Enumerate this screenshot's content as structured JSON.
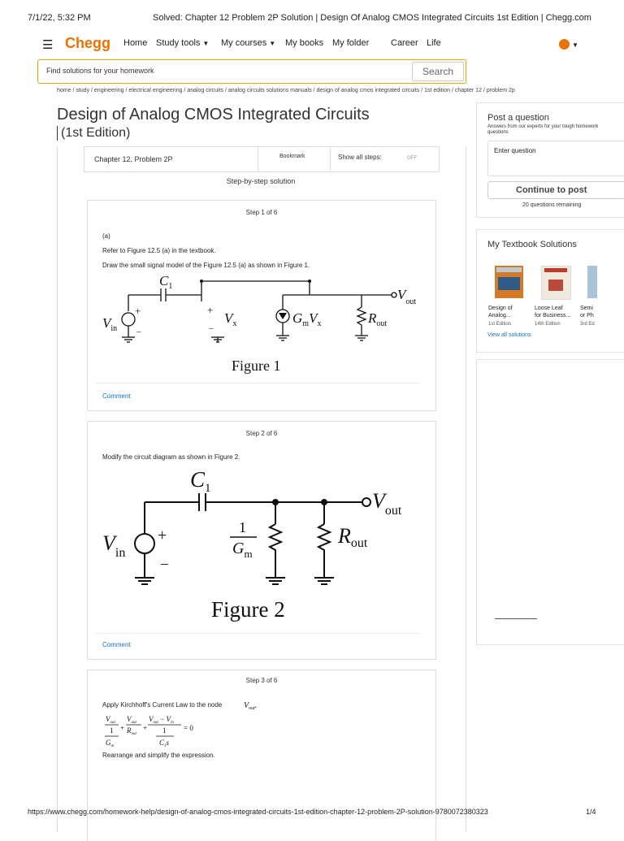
{
  "print_header": {
    "datetime": "7/1/22, 5:32 PM",
    "page_title": "Solved: Chapter 12 Problem 2P Solution | Design Of Analog CMOS Integrated Circuits 1st Edition | Chegg.com"
  },
  "nav": {
    "logo": "Chegg",
    "home": "Home",
    "study_tools": "Study tools",
    "my_courses": "My courses",
    "my_books": "My books",
    "my_folder": "My folder",
    "career": "Career",
    "life": "Life"
  },
  "search": {
    "placeholder": "Find solutions for your homework",
    "button": "Search"
  },
  "breadcrumb": "home / study / engineering / electrical engineering / analog circuits / analog circuits solutions manuals / design of analog cmos integrated circuits / 1st edition / chapter 12 / problem 2p",
  "book": {
    "title": "Design of Analog CMOS Integrated Circuits",
    "edition": "(1st Edition)"
  },
  "toolbar": {
    "chapter": "Chapter 12, Problem 2P",
    "bookmark": "Bookmark",
    "show_all_steps": "Show all steps:",
    "toggle": "OFF"
  },
  "solution_header": "Step-by-step solution",
  "steps": [
    {
      "label": "Step 1 of 6",
      "lines": [
        "(a)",
        "Refer to Figure 12.5 (a) in the textbook.",
        "Draw the small signal model of the Figure 12.5 (a) as shown in Figure 1."
      ],
      "comment": "Comment"
    },
    {
      "label": "Step 2 of 6",
      "lines": [
        "Modify the circuit diagram as shown in Figure 2."
      ],
      "comment": "Comment"
    },
    {
      "label": "Step 3 of 6",
      "lines": [
        "Apply Kirchhoff's Current Law to the node",
        "Rearrange and simplify the expression."
      ]
    }
  ],
  "figure1": {
    "caption": "Figure 1",
    "c": "C",
    "c_sub": "1",
    "vin": "V",
    "vin_sub": "in",
    "vx": "V",
    "vx_sub": "x",
    "gm": "G",
    "gm_sub": "m",
    "gm_vx": "V",
    "gm_vx_sub": "x",
    "rout": "R",
    "rout_sub": "out",
    "vout": "V",
    "vout_sub": "out"
  },
  "figure2": {
    "caption": "Figure 2",
    "c": "C",
    "c_sub": "1",
    "vin": "V",
    "vin_sub": "in",
    "one": "1",
    "gm": "G",
    "gm_sub": "m",
    "rout": "R",
    "rout_sub": "out",
    "vout": "V",
    "vout_sub": "out"
  },
  "step3": {
    "node": "V",
    "node_sub": "out",
    "t1_num": "V",
    "t1_num_sub": "out",
    "t1_mid": "1",
    "t1_den": "G",
    "t1_den_sub": "m",
    "plus1": "+",
    "t2_num": "V",
    "t2_num_sub": "out",
    "t2_den": "R",
    "t2_den_sub": "out",
    "plus2": "+",
    "t3_num_a": "V",
    "t3_num_a_sub": "out",
    "t3_minus": " − ",
    "t3_num_b": "V",
    "t3_num_b_sub": "in",
    "t3_mid": "1",
    "t3_den": "C",
    "t3_den_sub": "1",
    "t3_den_s": "s",
    "eq": "= 0"
  },
  "sidebar": {
    "post_title": "Post a question",
    "post_sub": "Answers from our experts for your tough homework questions",
    "enter_question": "Enter question",
    "continue_button": "Continue to post",
    "remaining": "20 questions remaining",
    "textbook_title": "My Textbook Solutions",
    "books": [
      {
        "title_l1": "Design of",
        "title_l2": "Analog...",
        "edition": "1st Edition"
      },
      {
        "title_l1": "Loose Leaf",
        "title_l2": "for Business...",
        "edition": "14th Edition"
      },
      {
        "title_l1": "Semi",
        "title_l2": "or Ph",
        "edition": "3rd Ed"
      }
    ],
    "view_all": "View all solutions"
  },
  "footer": {
    "url": "https://www.chegg.com/homework-help/design-of-analog-cmos-integrated-circuits-1st-edition-chapter-12-problem-2P-solution-9780072380323",
    "page": "1/4"
  }
}
